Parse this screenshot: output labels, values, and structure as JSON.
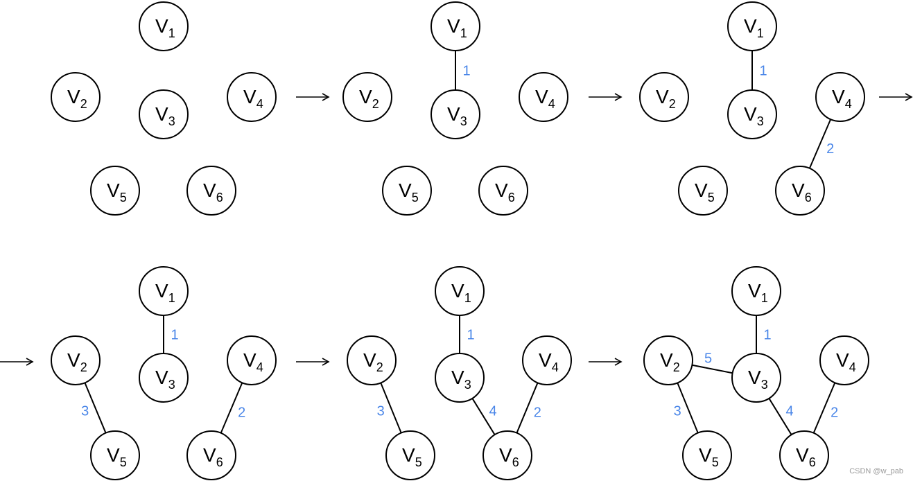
{
  "vertex_letter": "V",
  "weight_color": "#4a86e8",
  "watermark": "CSDN @w_pab",
  "steps": [
    {
      "vertices": [
        "1",
        "2",
        "3",
        "4",
        "5",
        "6"
      ],
      "edges": []
    },
    {
      "vertices": [
        "1",
        "2",
        "3",
        "4",
        "5",
        "6"
      ],
      "edges": [
        {
          "from": "1",
          "to": "3",
          "weight": "1"
        }
      ]
    },
    {
      "vertices": [
        "1",
        "2",
        "3",
        "4",
        "5",
        "6"
      ],
      "edges": [
        {
          "from": "1",
          "to": "3",
          "weight": "1"
        },
        {
          "from": "4",
          "to": "6",
          "weight": "2"
        }
      ]
    },
    {
      "vertices": [
        "1",
        "2",
        "3",
        "4",
        "5",
        "6"
      ],
      "edges": [
        {
          "from": "1",
          "to": "3",
          "weight": "1"
        },
        {
          "from": "4",
          "to": "6",
          "weight": "2"
        },
        {
          "from": "2",
          "to": "5",
          "weight": "3"
        }
      ]
    },
    {
      "vertices": [
        "1",
        "2",
        "3",
        "4",
        "5",
        "6"
      ],
      "edges": [
        {
          "from": "1",
          "to": "3",
          "weight": "1"
        },
        {
          "from": "4",
          "to": "6",
          "weight": "2"
        },
        {
          "from": "2",
          "to": "5",
          "weight": "3"
        },
        {
          "from": "3",
          "to": "6",
          "weight": "4"
        }
      ]
    },
    {
      "vertices": [
        "1",
        "2",
        "3",
        "4",
        "5",
        "6"
      ],
      "edges": [
        {
          "from": "1",
          "to": "3",
          "weight": "1"
        },
        {
          "from": "4",
          "to": "6",
          "weight": "2"
        },
        {
          "from": "2",
          "to": "5",
          "weight": "3"
        },
        {
          "from": "3",
          "to": "6",
          "weight": "4"
        },
        {
          "from": "2",
          "to": "3",
          "weight": "5"
        }
      ]
    }
  ]
}
